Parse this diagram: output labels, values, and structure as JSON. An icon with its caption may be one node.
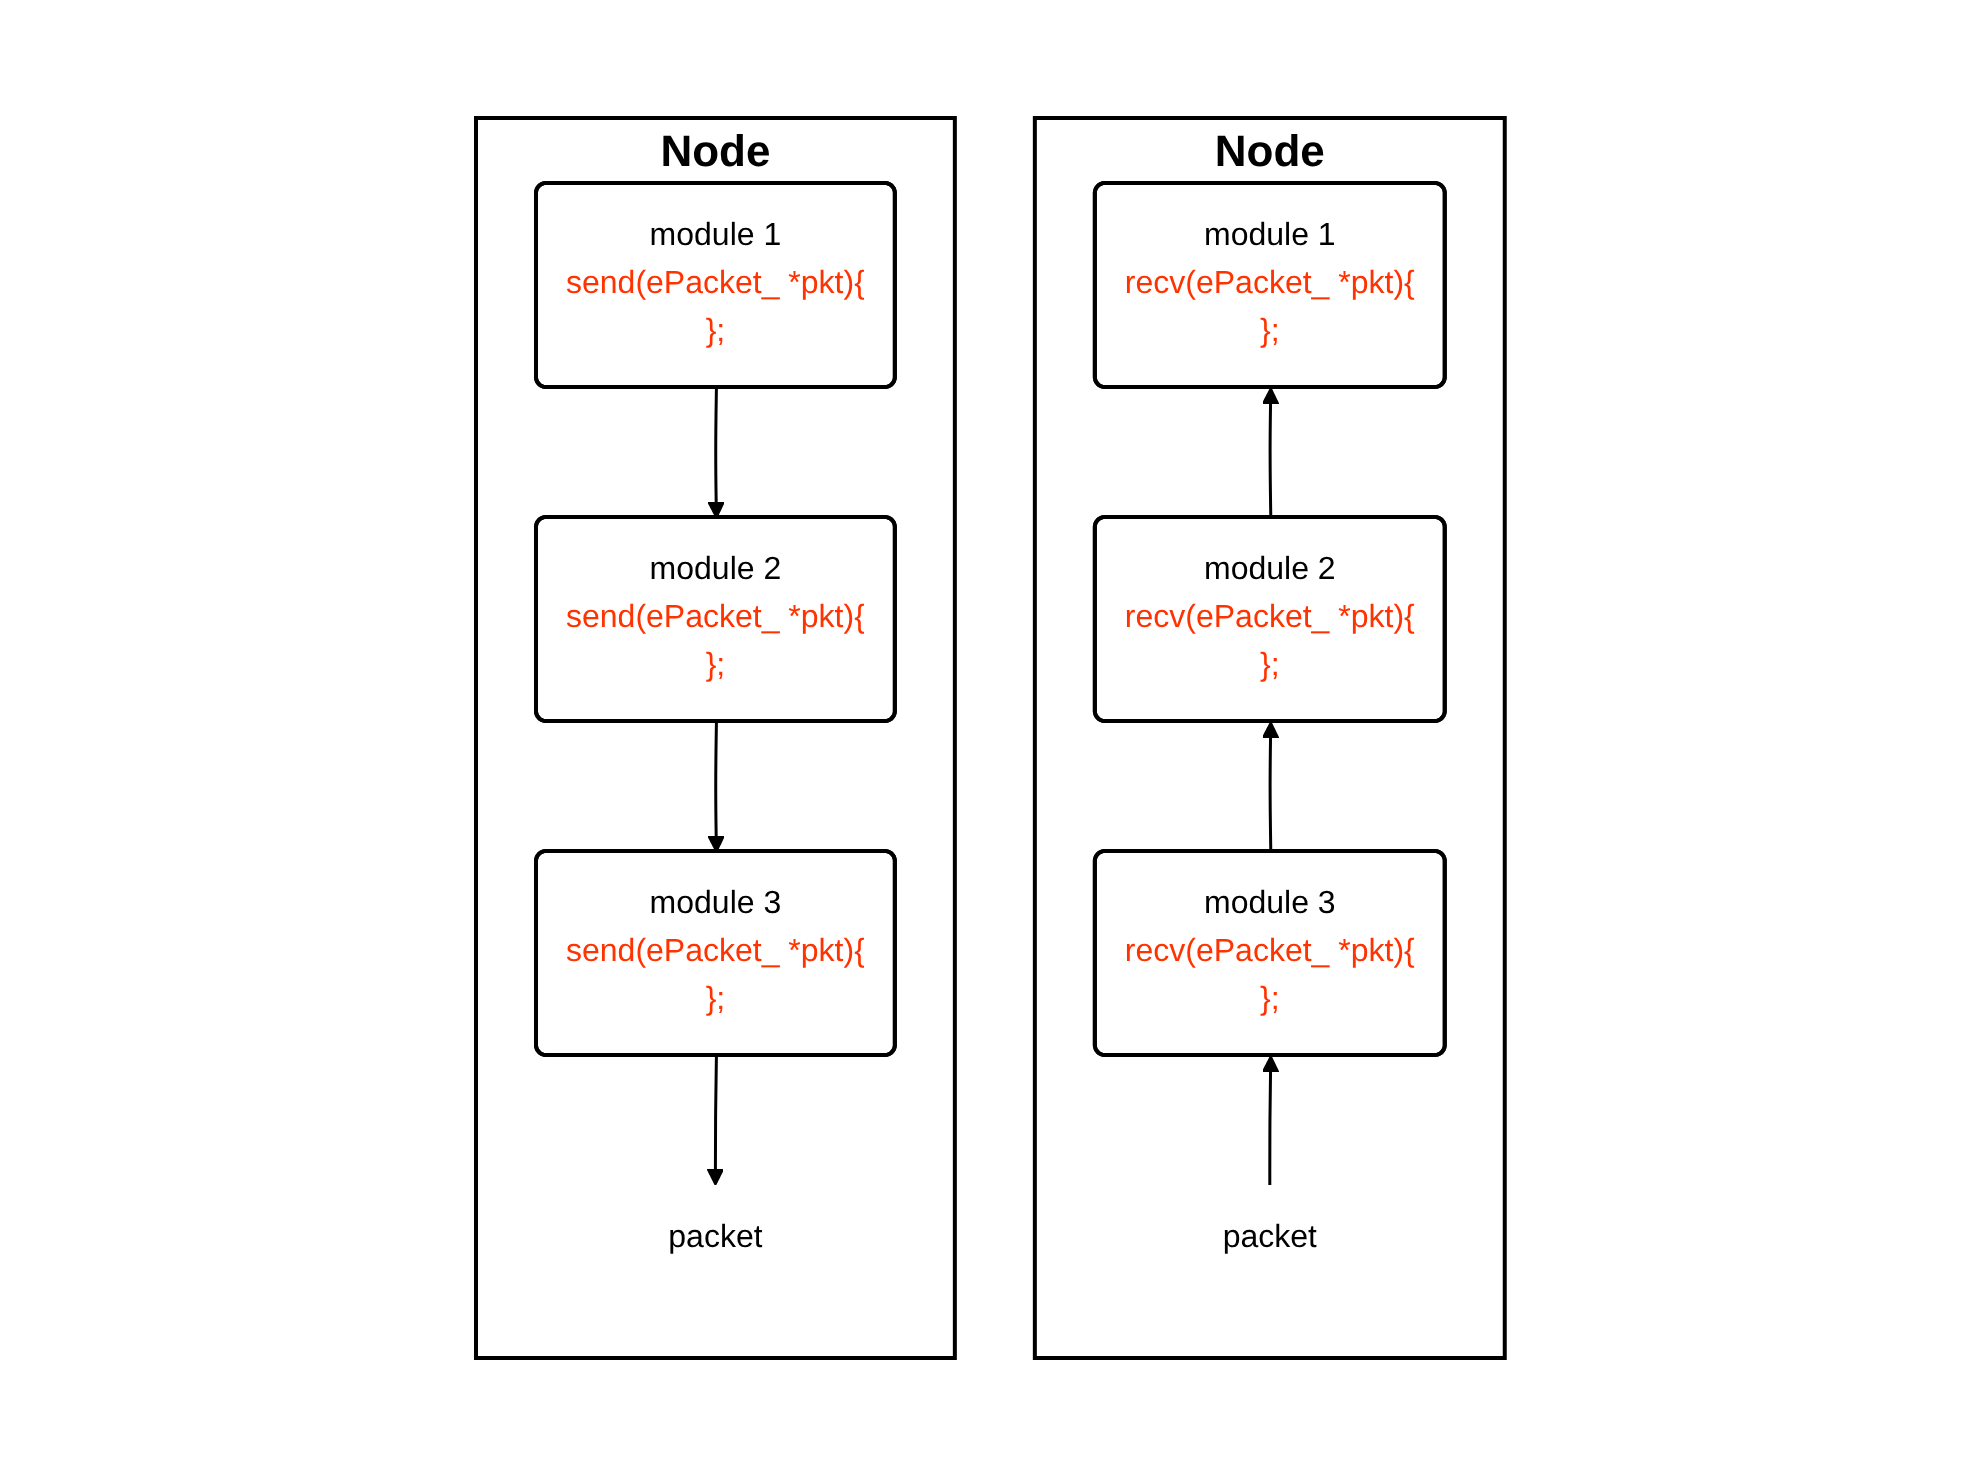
{
  "diagram": {
    "nodes": [
      {
        "text": [
          "Node"
        ]
      },
      {
        "text": [
          "module 1",
          "recv(ePacket_ *pkt){",
          "};"
        ],
        "in": 0
      },
      {
        "text": [
          "module 2",
          "recv(ePacket_ *pkt){",
          "};"
        ],
        "in": 0
      },
      {
        "text": [
          "module 3",
          "recv(ePacket_ *pkt){",
          "};"
        ],
        "in": 0
      },
      {
        "text": [
          "packet"
        ],
        "in": 0
      },
      {
        "text": [
          "Node"
        ]
      },
      {
        "text": [
          "module 1",
          "send(ePacket_ *pkt){",
          "};"
        ],
        "in": 5
      },
      {
        "text": [
          "module 2",
          "send(ePacket_ *pkt){",
          "};"
        ],
        "in": 5
      },
      {
        "text": [
          "module 3",
          "send(ePacket_ *pkt){",
          "};"
        ],
        "in": 5
      },
      {
        "text": [
          "packet"
        ],
        "in": 5
      }
    ],
    "edges": [
      {
        "from": 4,
        "to": 3,
        "arrow": "to"
      },
      {
        "from": 3,
        "to": 2,
        "arrow": "to"
      },
      {
        "from": 2,
        "to": 1,
        "arrow": "to"
      },
      {
        "from": 6,
        "to": 7,
        "arrow": "to"
      },
      {
        "from": 7,
        "to": 8,
        "arrow": "to"
      },
      {
        "from": 8,
        "to": 9,
        "arrow": "to"
      }
    ]
  }
}
